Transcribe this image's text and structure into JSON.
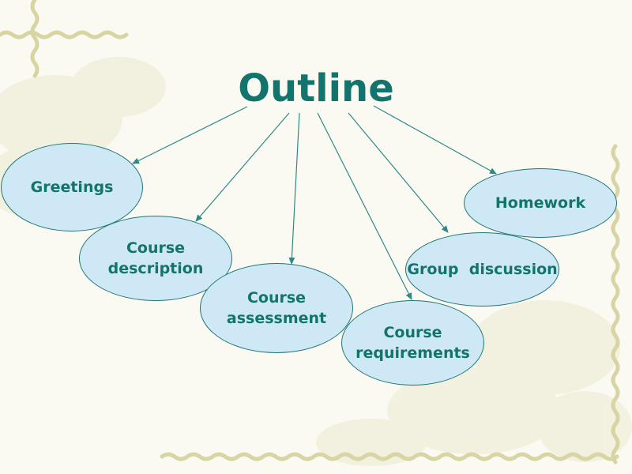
{
  "title": "Outline",
  "nodes": [
    {
      "id": "greetings",
      "lines": [
        "Greetings"
      ]
    },
    {
      "id": "course-description",
      "lines": [
        "Course",
        "description"
      ]
    },
    {
      "id": "course-assessment",
      "lines": [
        "Course",
        "assessment"
      ]
    },
    {
      "id": "course-requirements",
      "lines": [
        "Course",
        "requirements"
      ]
    },
    {
      "id": "group-discussion",
      "lines": [
        "Group  discussion"
      ]
    },
    {
      "id": "homework",
      "lines": [
        "Homework"
      ]
    }
  ],
  "colors": {
    "node_fill": "#cfe8f6",
    "node_border": "#1d7775",
    "text": "#13746d",
    "arrow": "#2d8987",
    "background": "#fbfaf2",
    "decoration": "#d8d4a4"
  }
}
